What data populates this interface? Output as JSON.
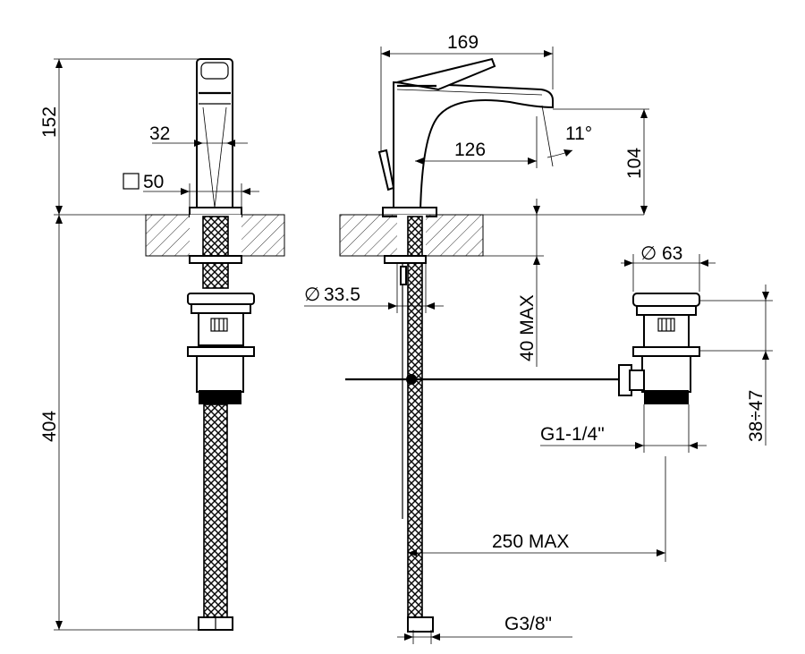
{
  "dimensions": {
    "spout_height": "152",
    "body_width": "32",
    "base_square": "50",
    "hose_length": "404",
    "spout_length": "169",
    "spout_reach": "126",
    "spout_angle": "11°",
    "outlet_height": "104",
    "deck_thickness": "40 MAX",
    "hole_diameter": "33.5",
    "waste_diameter": "63",
    "waste_range": "38÷47",
    "waste_thread": "G1-1/4\"",
    "rod_length": "250 MAX",
    "inlet_thread": "G3/8\""
  },
  "symbols": {
    "square": "□",
    "diameter": "∅"
  }
}
